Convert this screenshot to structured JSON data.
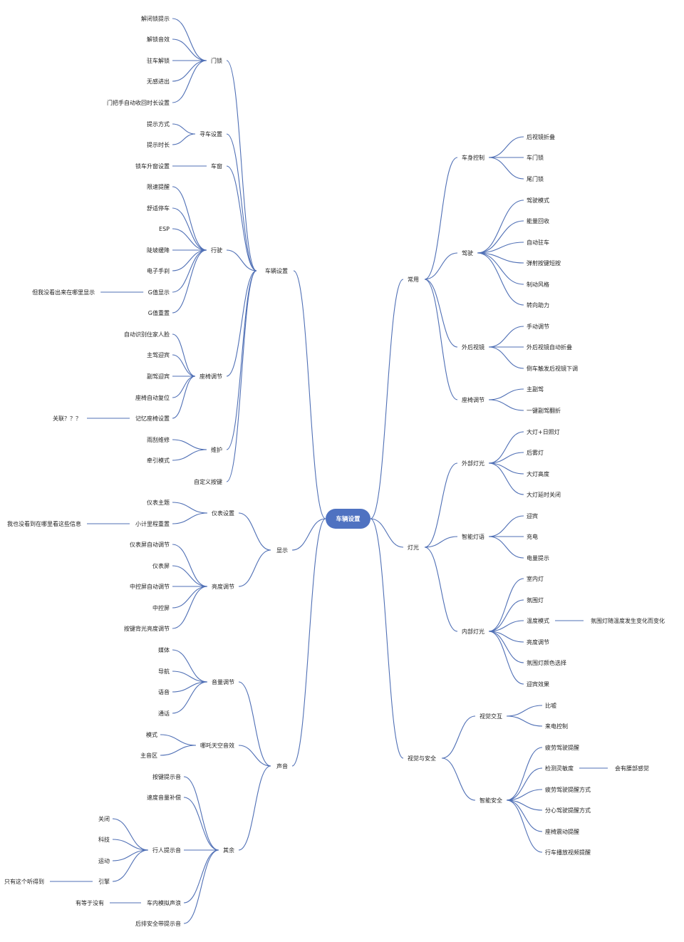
{
  "colors": {
    "line": "#4f6fb5",
    "root_fill": "#4f72c1",
    "text": "#222222",
    "root_text": "#ffffff"
  },
  "root": "车辆设置",
  "left": [
    {
      "label": "车辆设置",
      "children": [
        {
          "label": "门锁",
          "children": [
            {
              "label": "解闭锁提示"
            },
            {
              "label": "解锁音效"
            },
            {
              "label": "驻车解锁"
            },
            {
              "label": "无感进出"
            },
            {
              "label": "门把手自动收回时长设置"
            }
          ]
        },
        {
          "label": "寻车设置",
          "children": [
            {
              "label": "提示方式"
            },
            {
              "label": "提示时长"
            }
          ]
        },
        {
          "label": "车窗",
          "children": [
            {
              "label": "锁车升窗设置"
            }
          ]
        },
        {
          "label": "行驶",
          "children": [
            {
              "label": "限速提醒"
            },
            {
              "label": "舒适停车"
            },
            {
              "label": "ESP"
            },
            {
              "label": "陡坡缓降"
            },
            {
              "label": "电子手刹"
            },
            {
              "label": "G值显示",
              "children": [
                {
                  "label": "但我没看出来在哪里显示"
                }
              ]
            },
            {
              "label": "G值重置"
            }
          ]
        },
        {
          "label": "座椅调节",
          "children": [
            {
              "label": "自动识别住家人脸"
            },
            {
              "label": "主驾迎宾"
            },
            {
              "label": "副驾迎宾"
            },
            {
              "label": "座椅自动复位"
            },
            {
              "label": "记忆座椅设置",
              "children": [
                {
                  "label": "关联？？？"
                }
              ]
            }
          ]
        },
        {
          "label": "维护",
          "children": [
            {
              "label": "雨刮维修"
            },
            {
              "label": "牵引模式"
            }
          ]
        },
        {
          "label": "自定义按键"
        }
      ]
    },
    {
      "label": "显示",
      "children": [
        {
          "label": "仪表设置",
          "children": [
            {
              "label": "仪表主题"
            },
            {
              "label": "小计里程重置",
              "children": [
                {
                  "label": "我也没看到在哪里看这些信息"
                }
              ]
            }
          ]
        },
        {
          "label": "亮度调节",
          "children": [
            {
              "label": "仪表屏自动调节"
            },
            {
              "label": "仪表屏"
            },
            {
              "label": "中控屏自动调节"
            },
            {
              "label": "中控屏"
            },
            {
              "label": "按键背光亮度调节"
            }
          ]
        }
      ]
    },
    {
      "label": "声音",
      "children": [
        {
          "label": "音量调节",
          "children": [
            {
              "label": "媒体"
            },
            {
              "label": "导航"
            },
            {
              "label": "语音"
            },
            {
              "label": "通话"
            }
          ]
        },
        {
          "label": "哪吒天空音效",
          "children": [
            {
              "label": "模式"
            },
            {
              "label": "主音区"
            }
          ]
        },
        {
          "label": "其余",
          "children": [
            {
              "label": "按键提示音"
            },
            {
              "label": "速度音量补偿"
            },
            {
              "label": "行人提示音",
              "children": [
                {
                  "label": "关闭"
                },
                {
                  "label": "科技"
                },
                {
                  "label": "运动"
                },
                {
                  "label": "引擎",
                  "children": [
                    {
                      "label": "只有这个听得到"
                    }
                  ]
                }
              ]
            },
            {
              "label": "车内模拟声浪",
              "children": [
                {
                  "label": "有等于没有"
                }
              ]
            },
            {
              "label": "后排安全带提示音"
            }
          ]
        }
      ]
    }
  ],
  "right": [
    {
      "label": "常用",
      "children": [
        {
          "label": "车身控制",
          "children": [
            {
              "label": "后视镜折叠"
            },
            {
              "label": "车门锁"
            },
            {
              "label": "尾门锁"
            }
          ]
        },
        {
          "label": "驾驶",
          "children": [
            {
              "label": "驾驶模式"
            },
            {
              "label": "能量回收"
            },
            {
              "label": "自动驻车"
            },
            {
              "label": "弹射按键短按"
            },
            {
              "label": "制动风格"
            },
            {
              "label": "转向助力"
            }
          ]
        },
        {
          "label": "外后视镜",
          "children": [
            {
              "label": "手动调节"
            },
            {
              "label": "外后视镜自动折叠"
            },
            {
              "label": "倒车触发后视镜下调"
            }
          ]
        },
        {
          "label": "座椅调节",
          "children": [
            {
              "label": "主副驾"
            },
            {
              "label": "一键副驾翻折"
            }
          ]
        }
      ]
    },
    {
      "label": "灯光",
      "children": [
        {
          "label": "外部灯光",
          "children": [
            {
              "label": "大灯+日照灯"
            },
            {
              "label": "后雾灯"
            },
            {
              "label": "大灯高度"
            },
            {
              "label": "大灯延时关闭"
            }
          ]
        },
        {
          "label": "智能灯语",
          "children": [
            {
              "label": "迎宾"
            },
            {
              "label": "充电"
            },
            {
              "label": "电量提示"
            }
          ]
        },
        {
          "label": "内部灯光",
          "children": [
            {
              "label": "室内灯"
            },
            {
              "label": "氛围灯"
            },
            {
              "label": "温度模式",
              "children": [
                {
                  "label": "氛围灯随温度发生变化而变化"
                }
              ]
            },
            {
              "label": "亮度调节"
            },
            {
              "label": "氛围灯颜色选择"
            },
            {
              "label": "迎宾效果"
            }
          ]
        }
      ]
    },
    {
      "label": "视觉与安全",
      "children": [
        {
          "label": "视觉交互",
          "children": [
            {
              "label": "比嘘"
            },
            {
              "label": "来电控制"
            }
          ]
        },
        {
          "label": "智能安全",
          "children": [
            {
              "label": "疲劳驾驶提醒"
            },
            {
              "label": "检测灵敏度",
              "children": [
                {
                  "label": "会有腰部感觉"
                }
              ]
            },
            {
              "label": "疲劳驾驶提醒方式"
            },
            {
              "label": "分心驾驶提醒方式"
            },
            {
              "label": "座椅震动提醒"
            },
            {
              "label": "行车播放视频提醒"
            }
          ]
        }
      ]
    }
  ]
}
